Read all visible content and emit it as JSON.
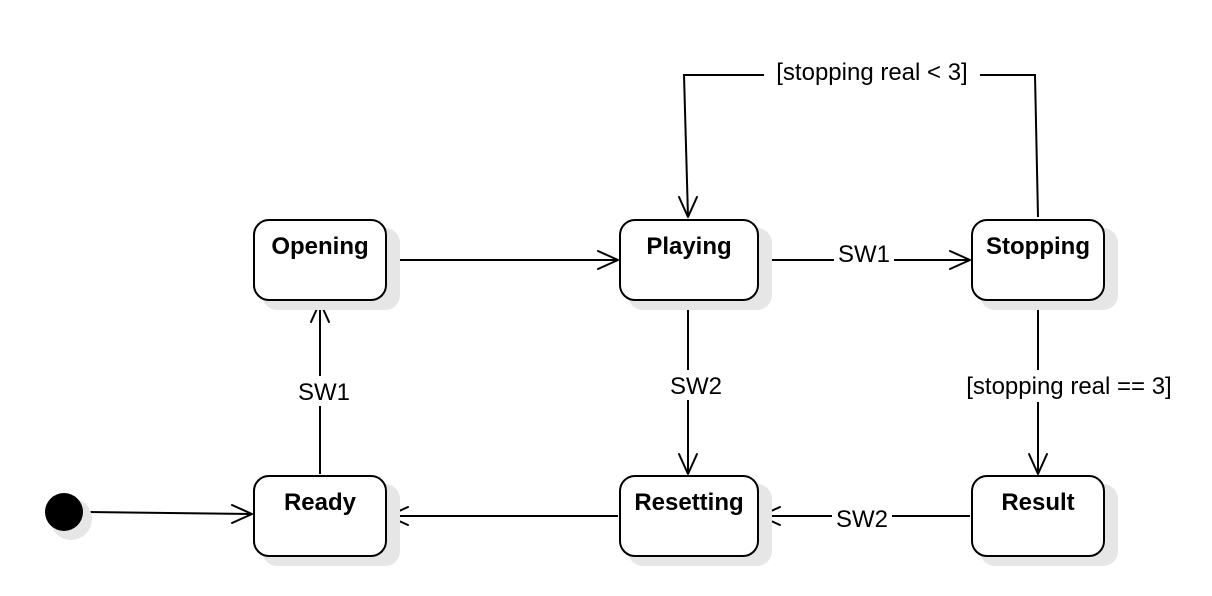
{
  "states": {
    "opening": "Opening",
    "playing": "Playing",
    "stopping": "Stopping",
    "ready": "Ready",
    "resetting": "Resetting",
    "result": "Result"
  },
  "transitions": {
    "ready_to_opening": "SW1",
    "playing_to_stopping": "SW1",
    "playing_to_resetting": "SW2",
    "result_to_resetting": "SW2",
    "stopping_to_playing": "[stopping real < 3]",
    "stopping_to_result": "[stopping real == 3]"
  },
  "colors": {
    "stroke": "#000000",
    "fill": "#ffffff",
    "shadow": "#e6e6e6"
  }
}
